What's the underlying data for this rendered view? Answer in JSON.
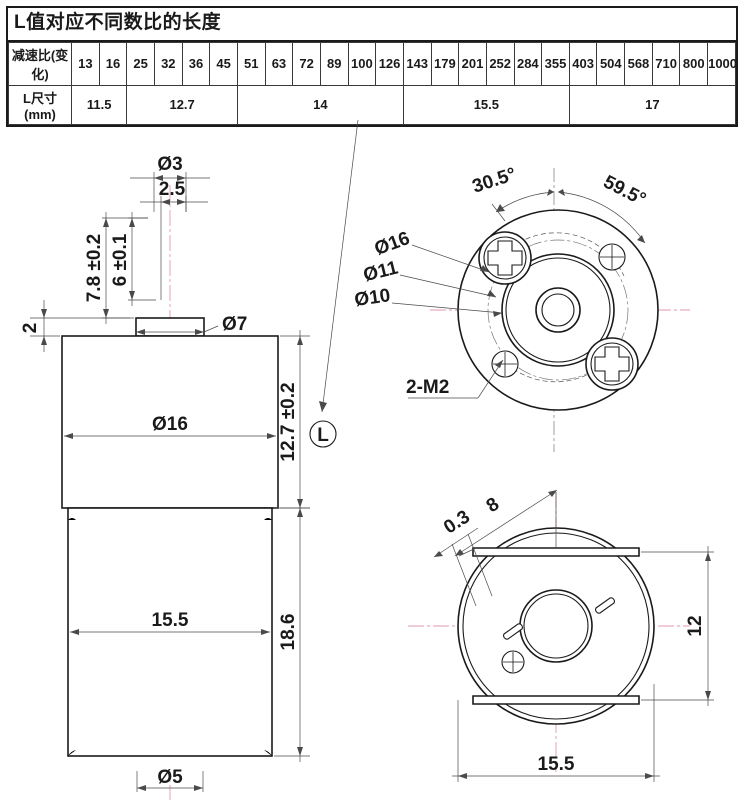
{
  "table": {
    "title": "L值对应不同数比的长度",
    "row_labels": [
      "减速比(变化)",
      "L尺寸(mm)"
    ],
    "ratios": [
      "13",
      "16",
      "25",
      "32",
      "36",
      "45",
      "51",
      "63",
      "72",
      "89",
      "100",
      "126",
      "143",
      "179",
      "201",
      "252",
      "284",
      "355",
      "403",
      "504",
      "568",
      "710",
      "800",
      "1000"
    ],
    "groups": [
      {
        "length": "11.5",
        "span": 2
      },
      {
        "length": "12.7",
        "span": 4
      },
      {
        "length": "14",
        "span": 6
      },
      {
        "length": "15.5",
        "span": 6
      },
      {
        "length": "17",
        "span": 6
      }
    ]
  },
  "front_view": {
    "shaft_dia": "Ø3",
    "shaft_flat": "2.5",
    "shaft_len_total": "7.8 ±0.2",
    "shaft_len_upper": "6 ±0.1",
    "boss_height": "2",
    "boss_dia": "Ø7",
    "gearbox_dia": "Ø16",
    "gearbox_len": "12.7 ±0.2",
    "motor_dia": "15.5",
    "motor_len": "18.6",
    "rear_boss_dia": "Ø5",
    "balloon": "L"
  },
  "end_view": {
    "angle_left": "30.5°",
    "angle_right": "59.5°",
    "outer_dia": "Ø16",
    "bolt_circle_dia": "Ø11",
    "hub_dia": "Ø10",
    "thread_note": "2-M2"
  },
  "rear_view": {
    "flat_width": "8",
    "step": "0.3",
    "height": "12",
    "width": "15.5"
  },
  "colors": {
    "line": "#1a1a1a",
    "centerline": "#e09aad",
    "dimension": "#4a4a4a"
  }
}
